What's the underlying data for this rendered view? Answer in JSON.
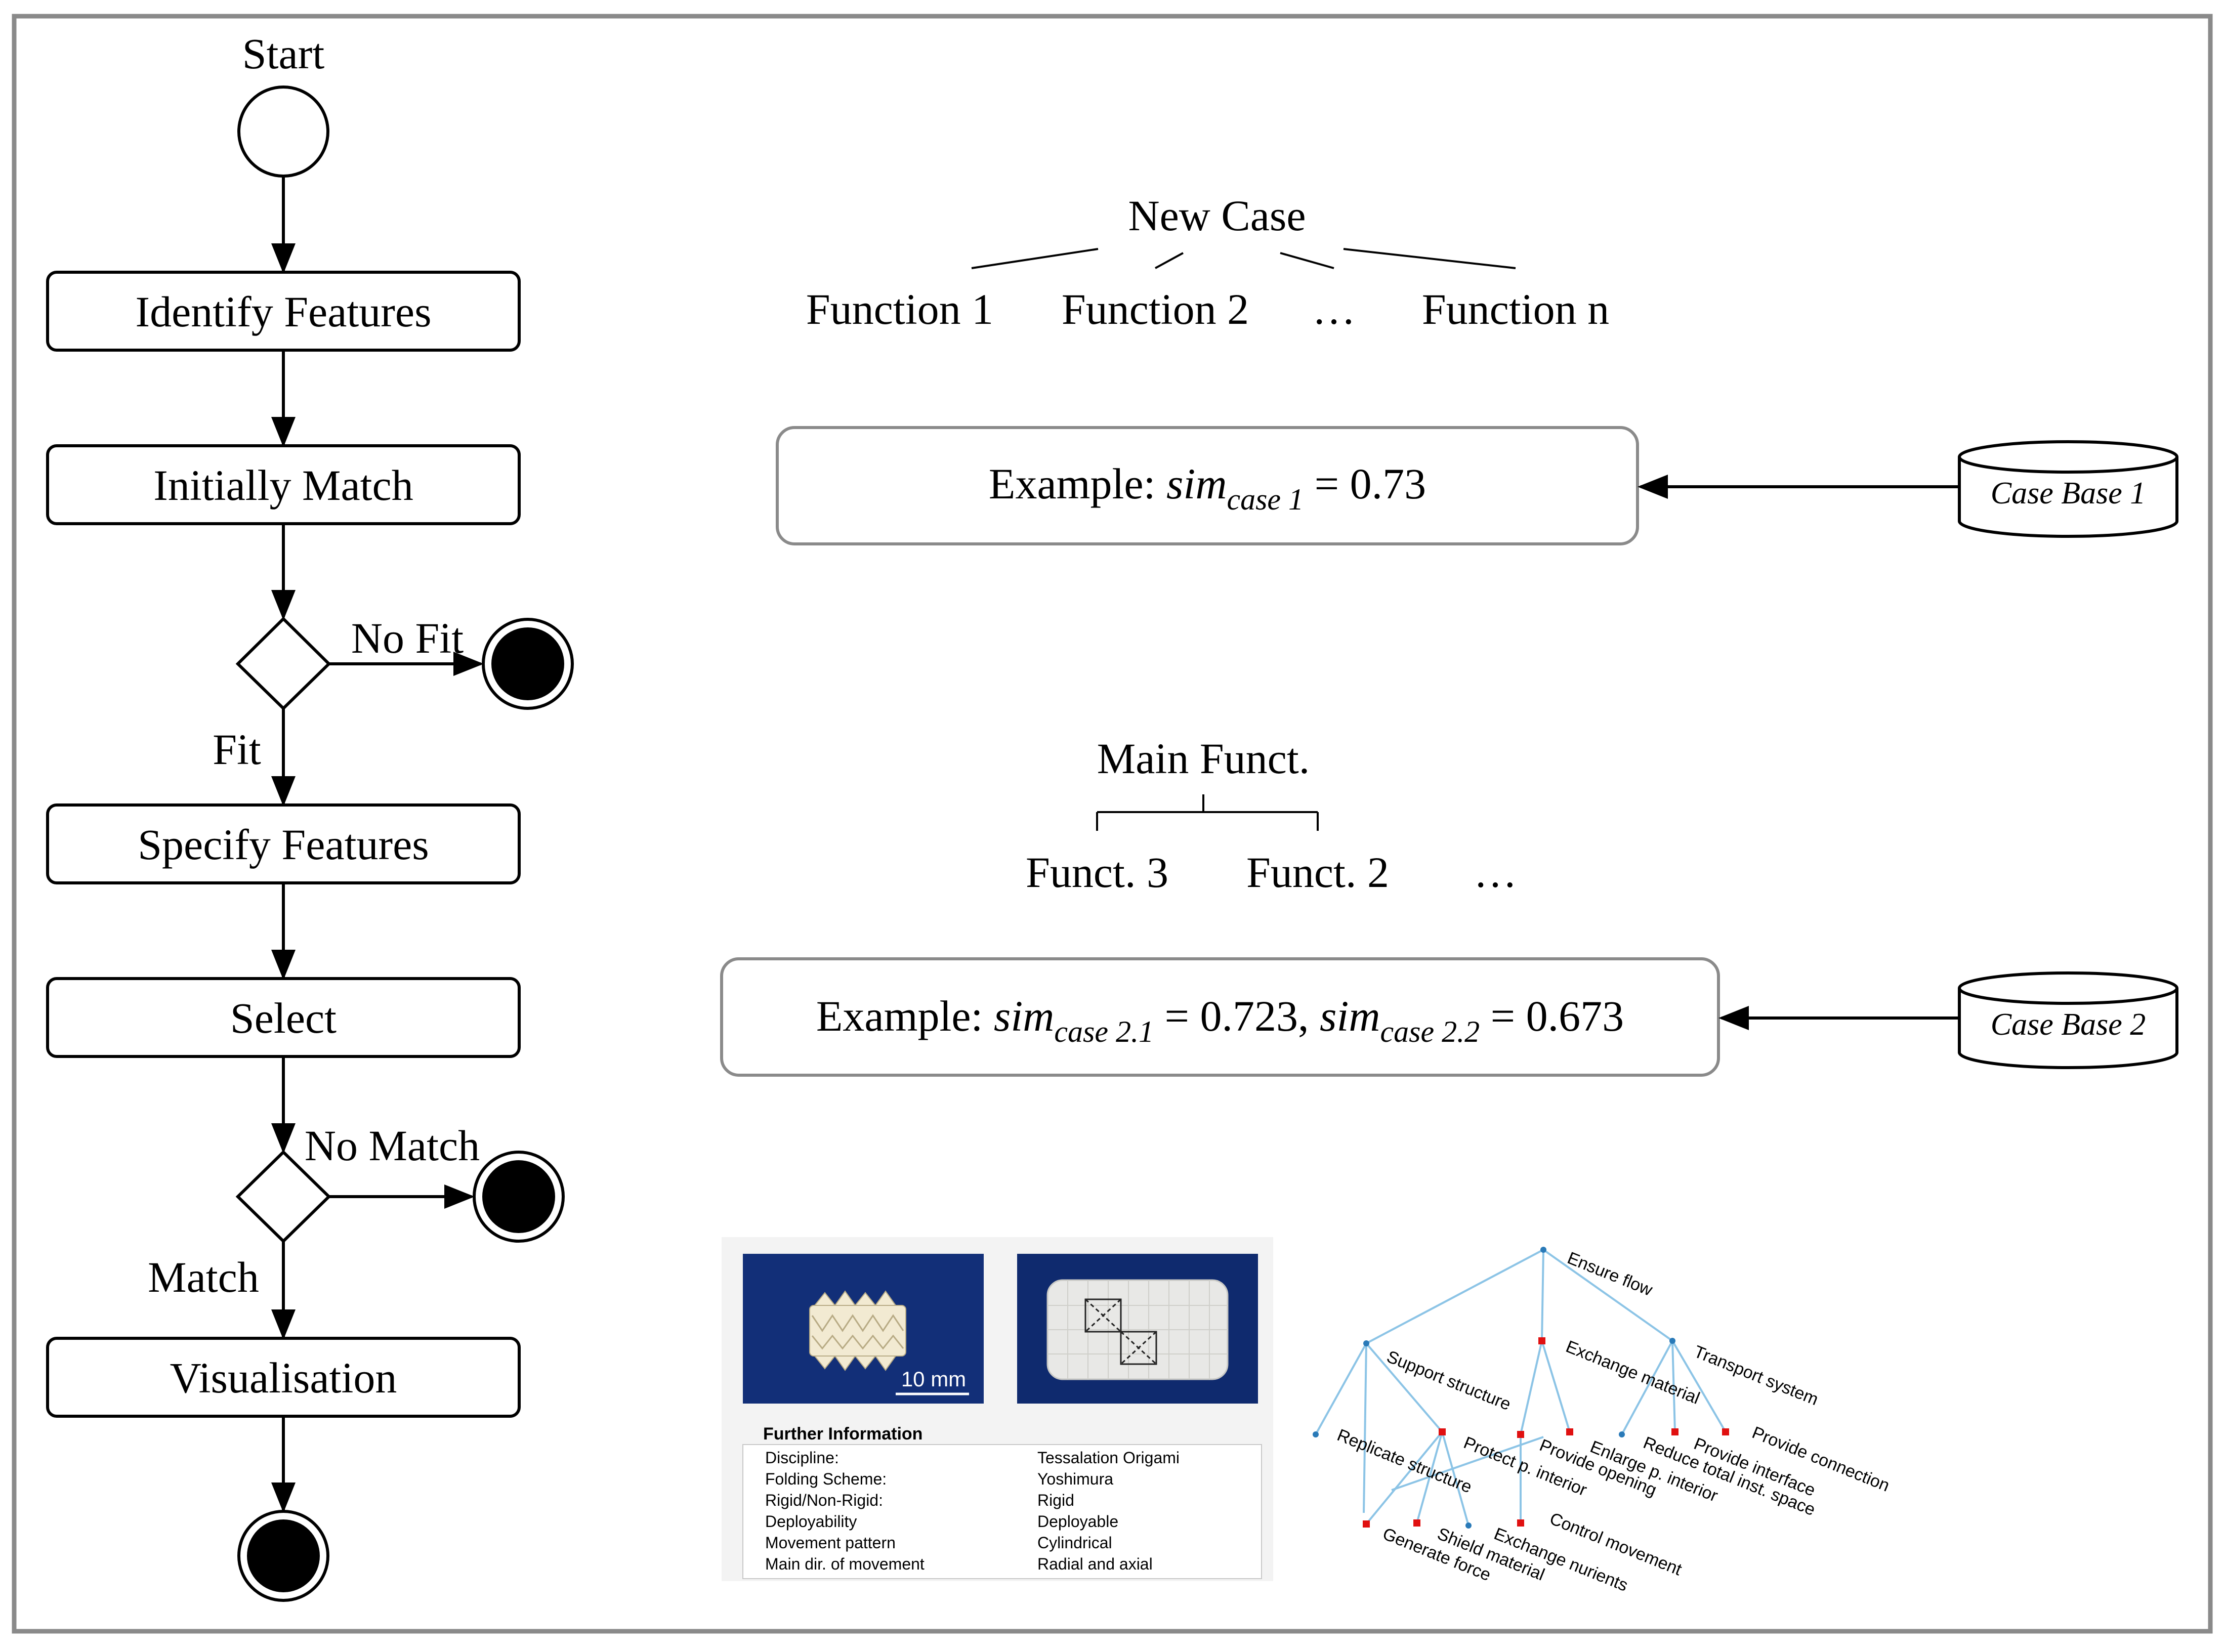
{
  "flow": {
    "start_label": "Start",
    "identify": "Identify Features",
    "initial_match": "Initially Match",
    "no_fit": "No Fit",
    "fit": "Fit",
    "specify": "Specify Features",
    "select": "Select",
    "no_match": "No Match",
    "match": "Match",
    "visualisation": "Visualisation"
  },
  "tree1": {
    "root": "New Case",
    "children": [
      "Function 1",
      "Function 2",
      "…",
      "Function n"
    ]
  },
  "example1": {
    "prefix": "Example: ",
    "sim": "sim",
    "sub": "case 1",
    "value": " = 0.73"
  },
  "casebase1": "Case Base 1",
  "tree2": {
    "root": "Main Funct.",
    "children": [
      "Funct. 3",
      "Funct. 2",
      "…"
    ]
  },
  "example2": {
    "prefix": "Example: ",
    "sim1": "sim",
    "sub1": "case 2.1",
    "value1": " = 0.723, ",
    "sim2": "sim",
    "sub2": "case 2.2",
    "value2": " = 0.673"
  },
  "casebase2": "Case Base 2",
  "photo": {
    "scale_label": "10 mm",
    "info_title": "Further Information",
    "rows": [
      {
        "key": "Discipline:",
        "value": "Tessalation Origami"
      },
      {
        "key": "Folding Scheme:",
        "value": "Yoshimura"
      },
      {
        "key": "Rigid/Non-Rigid:",
        "value": "Rigid"
      },
      {
        "key": "Deployability",
        "value": "Deployable"
      },
      {
        "key": "Movement pattern",
        "value": "Cylindrical"
      },
      {
        "key": "Main dir. of movement",
        "value": "Radial and axial"
      }
    ]
  },
  "func_tree": {
    "root": "Ensure flow",
    "support": "Support structure",
    "exchange": "Exchange material",
    "transport": "Transport system",
    "replicate": "Replicate structure",
    "protect": "Protect p. interior",
    "provide_opening": "Provide opening",
    "enlarge": "Enlarge p. interior",
    "reduce": "Reduce total inst. space",
    "provide_interface": "Provide interface",
    "provide_connection": "Provide connection",
    "control": "Control movement",
    "exchange_nutrients": "Exchange nurients",
    "shield": "Shield material",
    "generate": "Generate force"
  },
  "colors": {
    "tree_line": "#8cc4e6",
    "tree_node_blue": "#2a7ab8",
    "tree_node_red": "#e01010",
    "photo_bg": "#0f2a6e",
    "panel_bg": "#f3f3f3",
    "border": "#8a8a8a"
  }
}
